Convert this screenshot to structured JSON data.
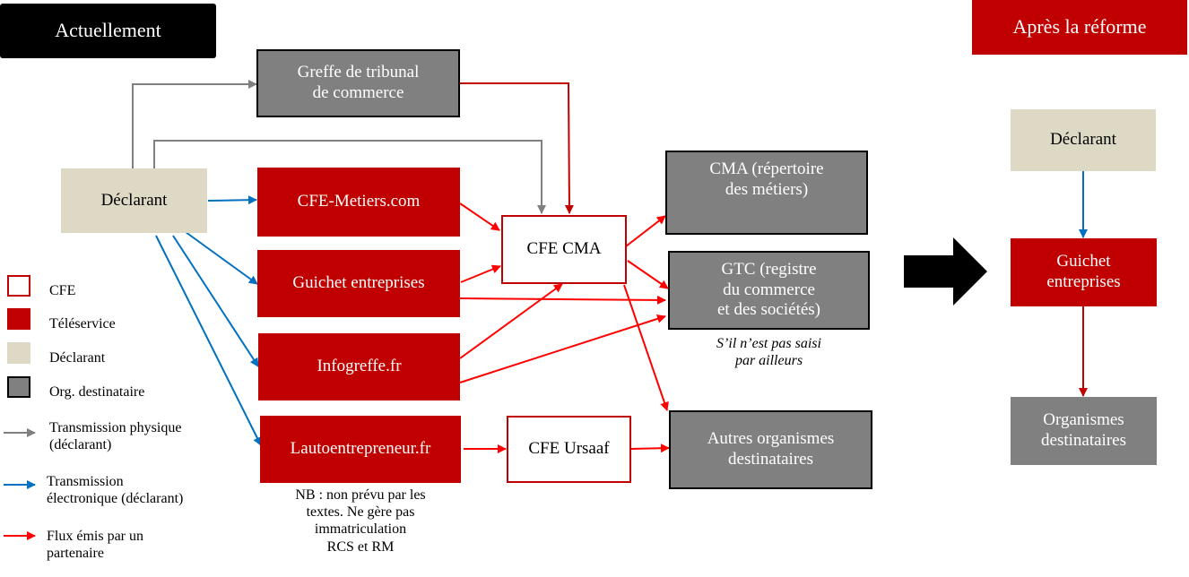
{
  "headers": {
    "current": "Actuellement",
    "after": "Après la réforme"
  },
  "current": {
    "declarant": "Déclarant",
    "greffe": [
      "Greffe de tribunal",
      "de commerce"
    ],
    "teleservices": {
      "cfe_metiers": "CFE-Metiers.com",
      "guichet": "Guichet entreprises",
      "infogreffe": "Infogreffe.fr",
      "autoentrepreneur": "Lautoentrepreneur.fr"
    },
    "cfe_cma": "CFE CMA",
    "cfe_ursaaf": "CFE Ursaaf",
    "cma_repertoire": [
      "CMA (répertoire",
      "des métiers)"
    ],
    "gtc": [
      "GTC (registre",
      "du commerce",
      "et des sociétés)"
    ],
    "gtc_note": [
      "S’il n’est pas saisi",
      "par ailleurs"
    ],
    "autres": [
      "Autres organismes",
      "destinataires"
    ],
    "nb_note": [
      "NB : non prévu par les",
      "textes. Ne gère pas",
      "immatriculation",
      "RCS et RM"
    ]
  },
  "after": {
    "declarant": "Déclarant",
    "guichet": [
      "Guichet",
      "entreprises"
    ],
    "organismes": [
      "Organismes",
      "destinataires"
    ]
  },
  "legend": [
    {
      "label": "CFE",
      "kind": "cfe"
    },
    {
      "label": "Téléservice",
      "kind": "tele"
    },
    {
      "label": "Déclarant",
      "kind": "decl"
    },
    {
      "label": "Org. destinataire",
      "kind": "org"
    },
    {
      "label": [
        "Transmission physique",
        "(déclarant)"
      ],
      "kind": "arrow-physical"
    },
    {
      "label": [
        "Transmission",
        "électronique (déclarant)"
      ],
      "kind": "arrow-electronic"
    },
    {
      "label": [
        "Flux émis par un",
        "partenaire"
      ],
      "kind": "arrow-partner"
    }
  ],
  "colors": {
    "teleservice": "#c00000",
    "declarant": "#ddd9c4",
    "organisme": "#808080",
    "physical_arrow": "#808080",
    "electronic_arrow": "#0070c0",
    "partner_arrow": "#ff0000",
    "dark_red_arrow": "#c00000",
    "header_current": "#000000"
  }
}
